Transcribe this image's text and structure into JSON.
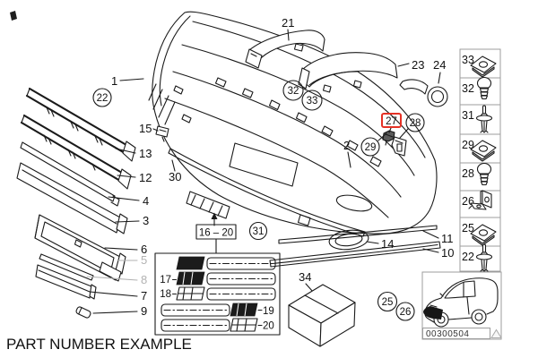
{
  "footer": {
    "example_label": "PART NUMBER EXAMPLE"
  },
  "callouts": {
    "plain": {
      "p1": "1",
      "p2": "2",
      "p3": "3",
      "p4": "4",
      "p5": "5",
      "p6": "6",
      "p7": "7",
      "p8": "8",
      "p9": "9",
      "p10": "10",
      "p11": "11",
      "p12": "12",
      "p13": "13",
      "p14": "14",
      "p15": "15",
      "p21": "21",
      "p23": "23",
      "p24": "24",
      "p30": "30",
      "p34": "34"
    },
    "circled": {
      "c22": "22",
      "c25": "25",
      "c26": "26",
      "c28": "28",
      "c29": "29",
      "c31": "31",
      "c32": "32",
      "c33": "33"
    },
    "boxed_range": "16 – 20",
    "highlighted": "27"
  },
  "variant_table": {
    "r17": "17",
    "r18": "18",
    "r19": "19",
    "r20": "20"
  },
  "fastener_panel": {
    "items": [
      {
        "num": "33",
        "icon": "speed-nut"
      },
      {
        "num": "32",
        "icon": "grommet"
      },
      {
        "num": "31",
        "icon": "expansion-rivet"
      },
      {
        "num": "29",
        "icon": "speed-nut"
      },
      {
        "num": "28",
        "icon": "grommet"
      },
      {
        "num": "26",
        "icon": "angle-bracket"
      },
      {
        "num": "25",
        "icon": "speed-nut"
      },
      {
        "num": "22",
        "icon": "expansion-rivet"
      }
    ]
  },
  "car_preview": {
    "code": "00300504"
  },
  "colors": {
    "highlight": "#e53125",
    "line": "#1a1a1a",
    "muted": "#b2b2b2",
    "panel_border": "#9c9c9c"
  }
}
